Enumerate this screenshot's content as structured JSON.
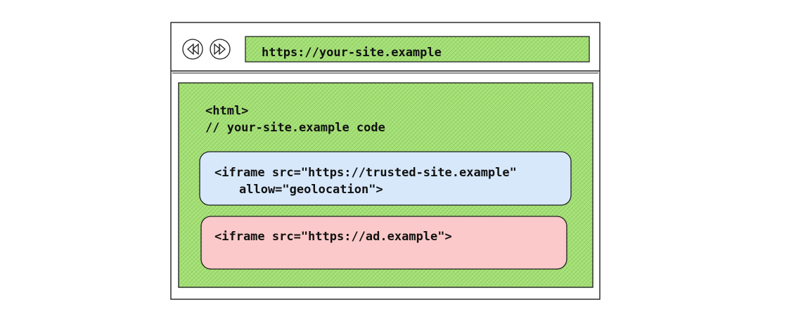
{
  "browser": {
    "url": "https://your-site.example",
    "back_icon": "rewind-icon",
    "forward_icon": "fast-forward-icon"
  },
  "page": {
    "code_line_1": "<html>",
    "code_line_2": "// your-site.example code"
  },
  "iframes": [
    {
      "line_1": "<iframe src=\"https://trusted-site.example\"",
      "line_2": "allow=\"geolocation\">",
      "color": "#d7e8fa"
    },
    {
      "line_1": "<iframe src=\"https://ad.example\">",
      "color": "#fbc9c9"
    }
  ],
  "colors": {
    "page_fill": "#a9e27a",
    "stroke": "#1e1e1e"
  }
}
